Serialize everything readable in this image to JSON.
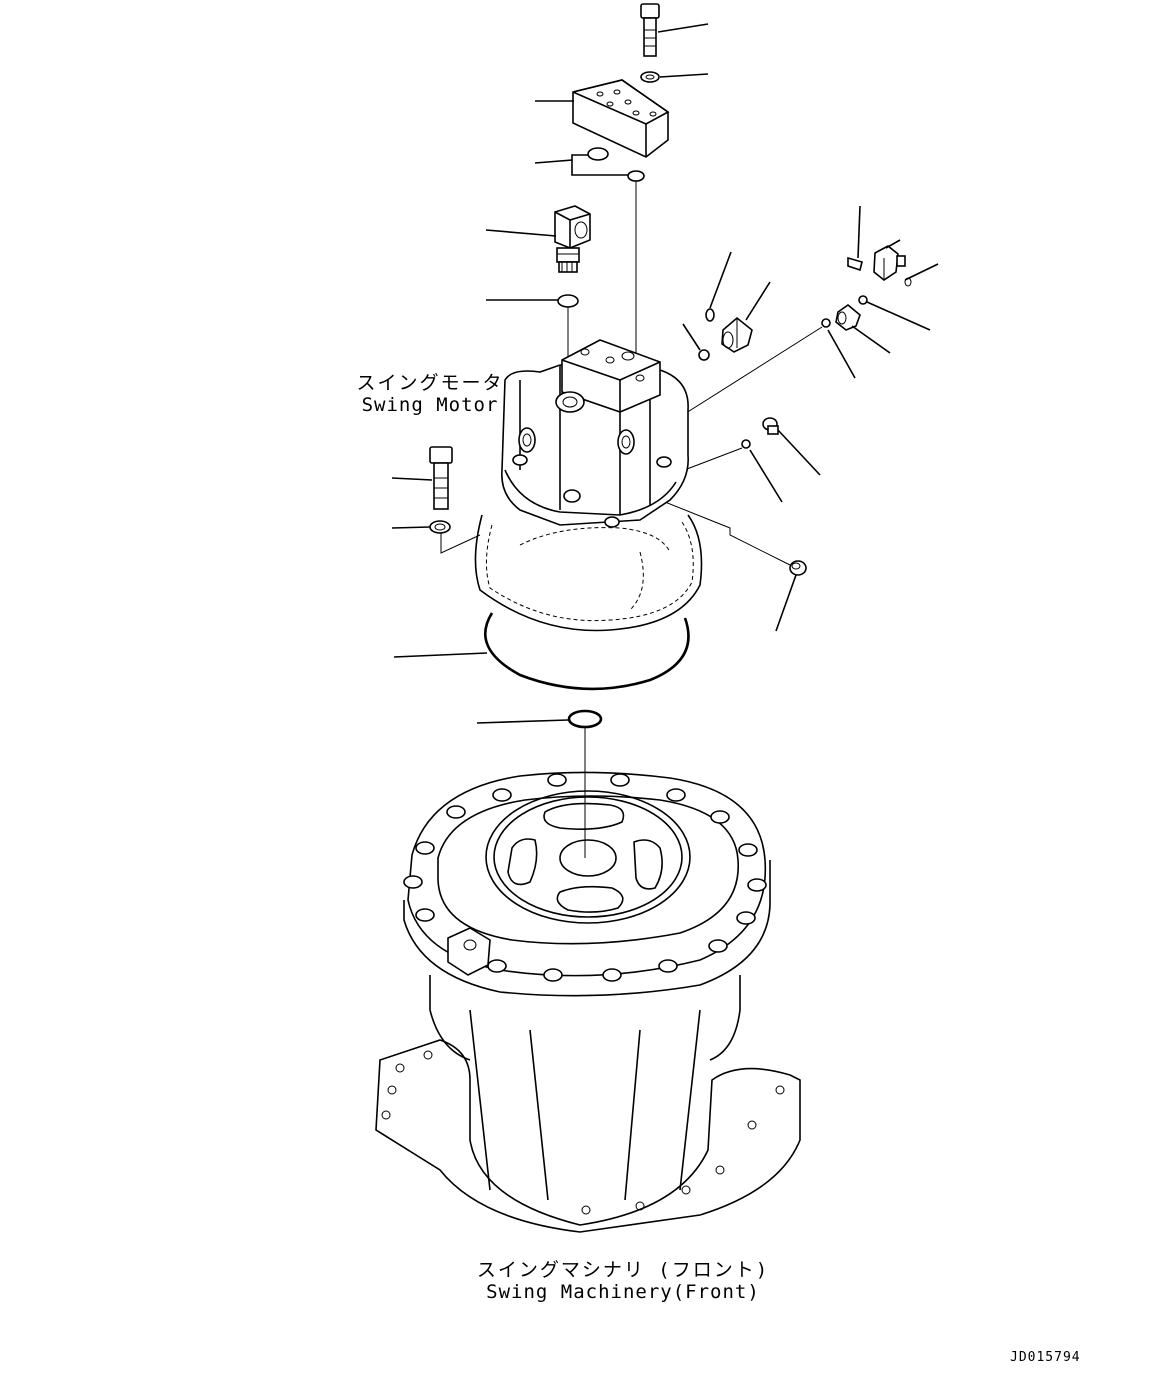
{
  "labels": {
    "swing_motor_jp": "スイングモータ",
    "swing_motor_en": "Swing Motor",
    "swing_machinery_jp": "スイングマシナリ (フロント)",
    "swing_machinery_en": "Swing Machinery(Front)",
    "drawing_code": "JD015794"
  },
  "colors": {
    "line": "#000000",
    "background": "#ffffff"
  }
}
